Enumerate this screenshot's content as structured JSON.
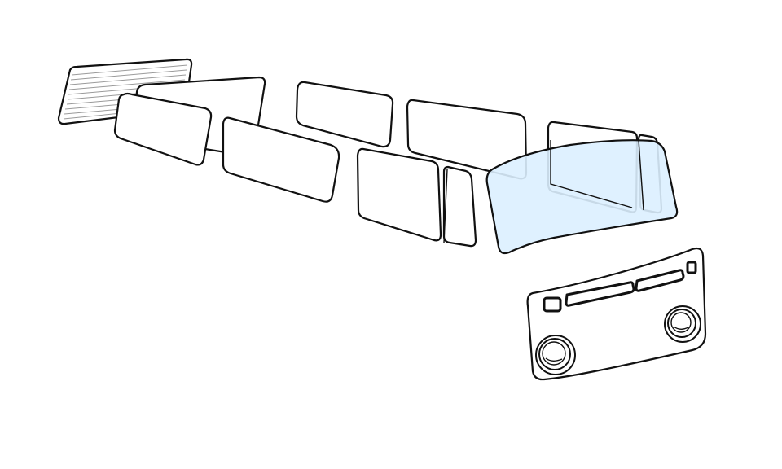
{
  "colors": {
    "outline": "#111111",
    "highlight_fill": "#dcefff",
    "hatch": "#9a9a9a",
    "background": "#ffffff"
  },
  "parts": [
    "rear-window",
    "rear-side-window-left",
    "rear-side-window-right",
    "side-window-left-large",
    "side-window-right-upper-1",
    "side-window-right-upper-2",
    "side-window-center",
    "door-vent-window",
    "front-side-window",
    "windscreen",
    "front-panel"
  ],
  "highlighted_part": "windscreen"
}
